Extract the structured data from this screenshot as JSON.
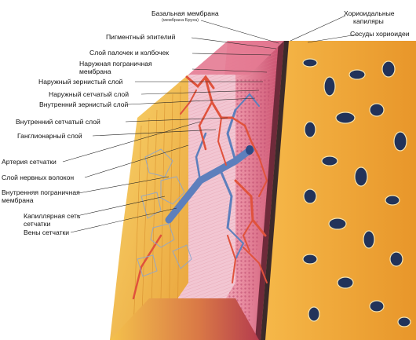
{
  "labels": {
    "basal_membrane": "Базальная мембрана",
    "bruch_membrane": "(мембрана Бруха)",
    "pigment_epithelium": "Пигментный эпителий",
    "rods_cones_layer": "Слой палочек и колбочек",
    "outer_limiting_membrane_1": "Наружная пограничная",
    "outer_limiting_membrane_2": "мембрана",
    "outer_nuclear_layer": "Наружный зернистый слой",
    "outer_plexiform_layer": "Наружный сетчатый слой",
    "inner_nuclear_layer": "Внутренний зернистый слой",
    "inner_plexiform_layer": "Внутренний сетчатый слой",
    "ganglion_layer": "Ганглионарный слой",
    "retinal_artery": "Артерия сетчатки",
    "nerve_fiber_layer": "Слой нервных волокон",
    "inner_limiting_membrane_1": "Внутренняя пограничная",
    "inner_limiting_membrane_2": "мембрана",
    "capillary_network_1": "Капиллярная сеть",
    "capillary_network_2": "сетчатки",
    "retinal_veins": "Вены сетчатки",
    "choroid_capillaries_1": "Хориоидальные",
    "choroid_capillaries_2": "капиляры",
    "choroid_vessels": "Сосуды хориоидеи"
  },
  "colors": {
    "choroid_orange": "#f2a93a",
    "choroid_dark": "#1e2a4a",
    "retina_pink": "#e8849a",
    "retina_light": "#f5c3cc",
    "nerve_yellow": "#f6c73a",
    "artery_red": "#e0503a",
    "vein_blue": "#5b7fb8",
    "leader": "#222222"
  }
}
